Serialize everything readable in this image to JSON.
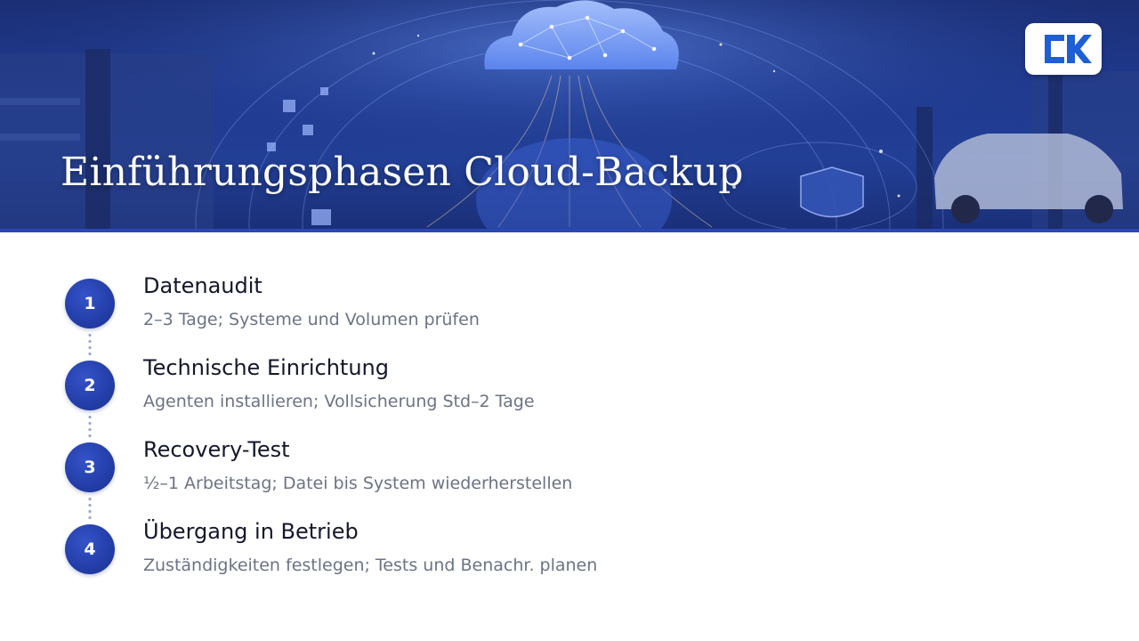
{
  "banner": {
    "title": "Einführungsphasen Cloud-Backup",
    "logo_icon": "ck-logo-icon",
    "colors": {
      "banner_dark": "#1b2f76",
      "banner_accent": "#2a47b8",
      "step_circle": "#233ea8"
    }
  },
  "steps": [
    {
      "number": "1",
      "title": "Datenaudit",
      "description": "2–3 Tage; Systeme und Volumen prüfen"
    },
    {
      "number": "2",
      "title": "Technische Einrichtung",
      "description": "Agenten installieren; Vollsicherung Std–2 Tage"
    },
    {
      "number": "3",
      "title": "Recovery-Test",
      "description": "½–1 Arbeitstag; Datei bis System wiederherstellen"
    },
    {
      "number": "4",
      "title": "Übergang in Betrieb",
      "description": "Zuständigkeiten festlegen; Tests und Benachr. planen"
    }
  ]
}
